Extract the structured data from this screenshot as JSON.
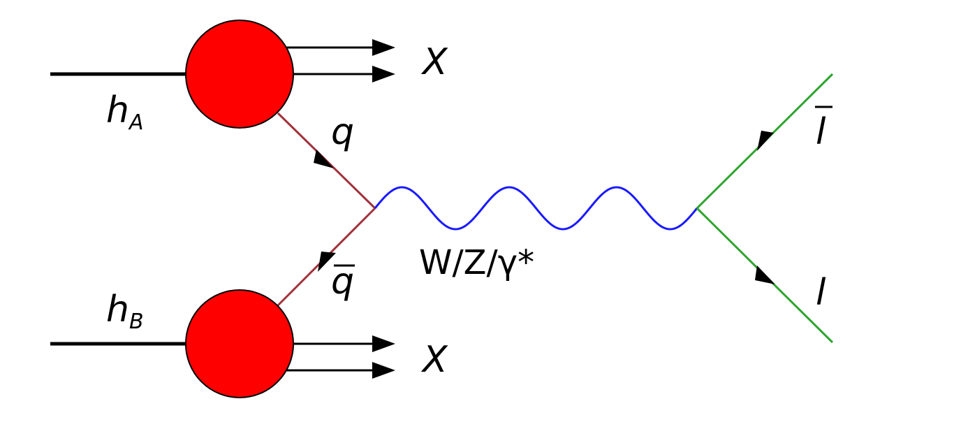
{
  "colors": {
    "blob": "#ff0000",
    "hadron_line": "#000000",
    "quark_line": "#a0323c",
    "boson_line": "#1a1aff",
    "lepton_line": "#2ea52e",
    "text": "#000000"
  },
  "labels": {
    "hadron_a": "h",
    "hadron_a_sub": "A",
    "hadron_b": "h",
    "hadron_b_sub": "B",
    "x_top": "X",
    "x_bottom": "X",
    "quark": "q",
    "antiquark": "q",
    "boson": "W/Z/γ*",
    "antilepton": "l",
    "lepton": "l"
  }
}
